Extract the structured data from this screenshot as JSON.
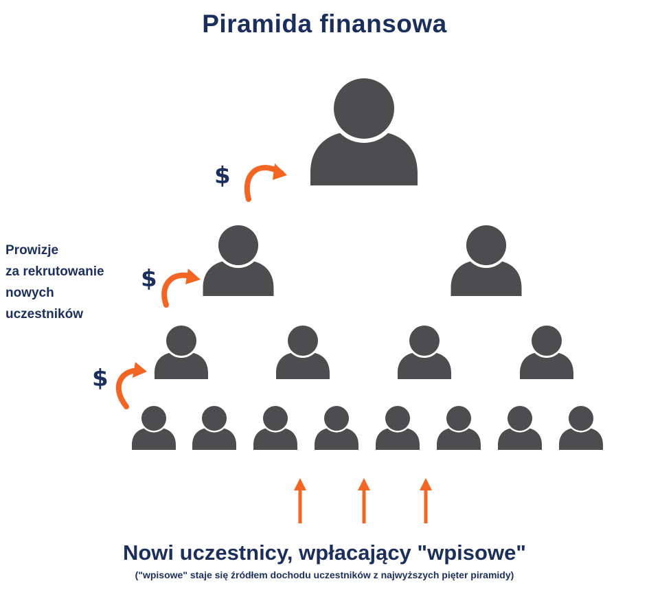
{
  "title": "Piramida finansowa",
  "side_label": {
    "lines": [
      "Prowizje",
      "za rekrutowanie",
      "nowych",
      "uczestników"
    ]
  },
  "currency_symbol": "$",
  "caption": "Nowi uczestnicy, wpłacający \"wpisowe\"",
  "subcaption": "(\"wpisowe\" staje się źródłem dochodu uczestników z najwyższych pięter piramidy)",
  "pyramid_levels": [
    {
      "level": 1,
      "people": 1
    },
    {
      "level": 2,
      "people": 2
    },
    {
      "level": 3,
      "people": 4
    },
    {
      "level": 4,
      "people": 8
    }
  ],
  "colors": {
    "text": "#1b2e5c",
    "person": "#4d4d4f",
    "arrow": "#f26522"
  }
}
